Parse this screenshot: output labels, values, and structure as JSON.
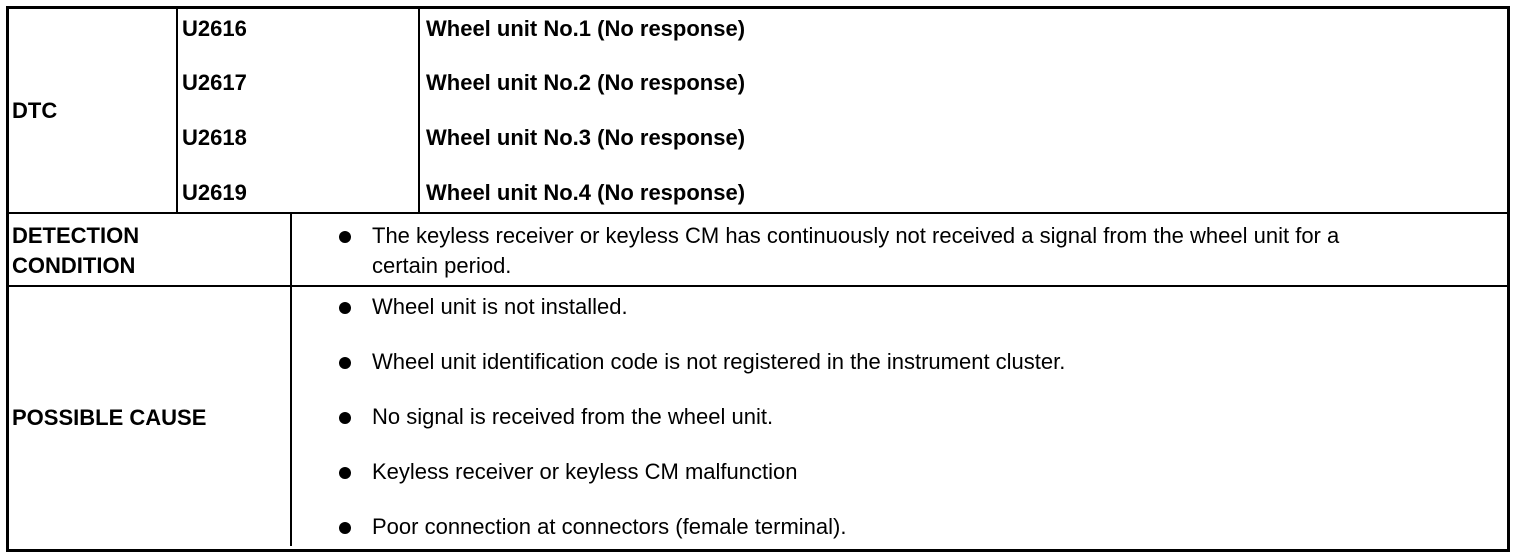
{
  "dtc": {
    "label": "DTC",
    "rows": [
      {
        "code": "U2616",
        "description": "Wheel unit No.1 (No response)"
      },
      {
        "code": "U2617",
        "description": "Wheel unit No.2 (No response)"
      },
      {
        "code": "U2618",
        "description": "Wheel unit No.3 (No response)"
      },
      {
        "code": "U2619",
        "description": "Wheel unit No.4 (No response)"
      }
    ]
  },
  "detection": {
    "label_line1": "DETECTION",
    "label_line2": "CONDITION",
    "text_line1": "The keyless receiver or keyless CM has continuously not received a signal from the wheel unit for a",
    "text_line2": "certain period."
  },
  "causes": {
    "label": "POSSIBLE CAUSE",
    "items": [
      "Wheel unit is not installed.",
      "Wheel unit identification code is not registered in the instrument cluster.",
      "No signal is received from the wheel unit.",
      "Keyless receiver or keyless CM malfunction",
      "Poor connection at connectors (female terminal)."
    ]
  }
}
